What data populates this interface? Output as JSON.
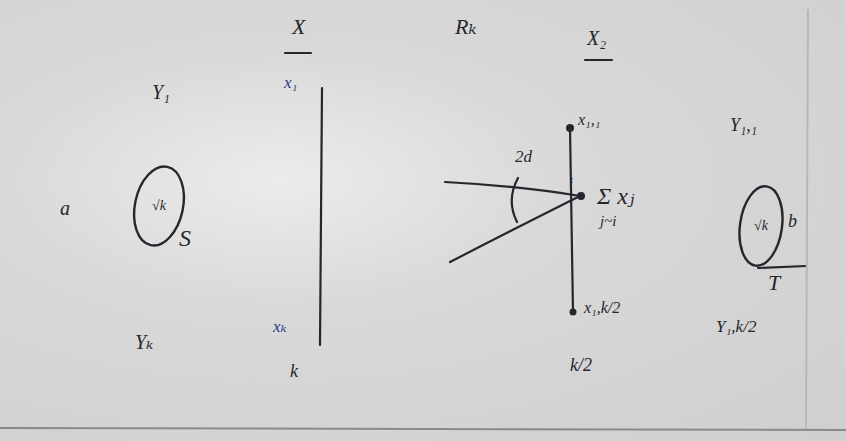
{
  "diagram": {
    "nodes": [
      {
        "text": [
          "√k",
          "S"
        ]
      },
      {
        "text": [
          "√k",
          "b",
          "T"
        ]
      }
    ],
    "labels": [
      "X",
      "x₁",
      "Rₖ",
      "X₂",
      "Y₁",
      "a",
      "Yₖ",
      "xₖ",
      "k",
      "x₁,₁",
      "2d",
      "i",
      "Σ xⱼ",
      "j~i",
      "x₁,k/2",
      "k/2",
      "Y₁,₁",
      "Y₁,k/2"
    ]
  }
}
